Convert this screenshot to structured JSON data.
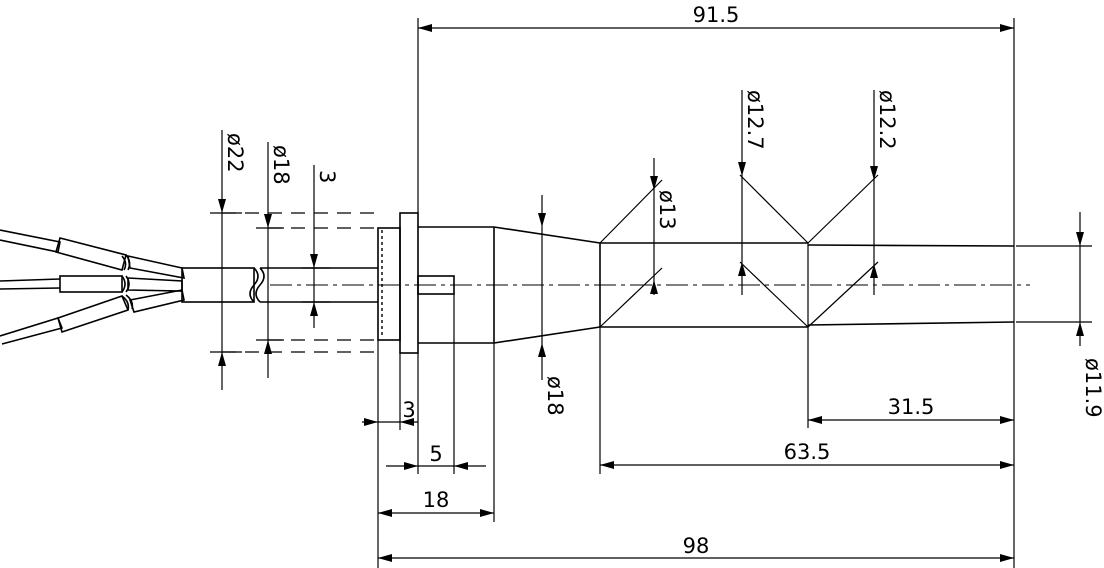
{
  "dimensions": {
    "overall_top": "91.5",
    "overall_bottom": "98",
    "dia_22": "ø22",
    "dia_18_left": "ø18",
    "thread_3": "3",
    "dia_13": "ø13",
    "dia_12_7": "ø12.7",
    "dia_12_2": "ø12.2",
    "dia_18_right": "ø18",
    "dia_11_9": "ø11.9",
    "len_3": "3",
    "len_5": "5",
    "len_18": "18",
    "len_31_5": "31.5",
    "len_63_5": "63.5"
  }
}
